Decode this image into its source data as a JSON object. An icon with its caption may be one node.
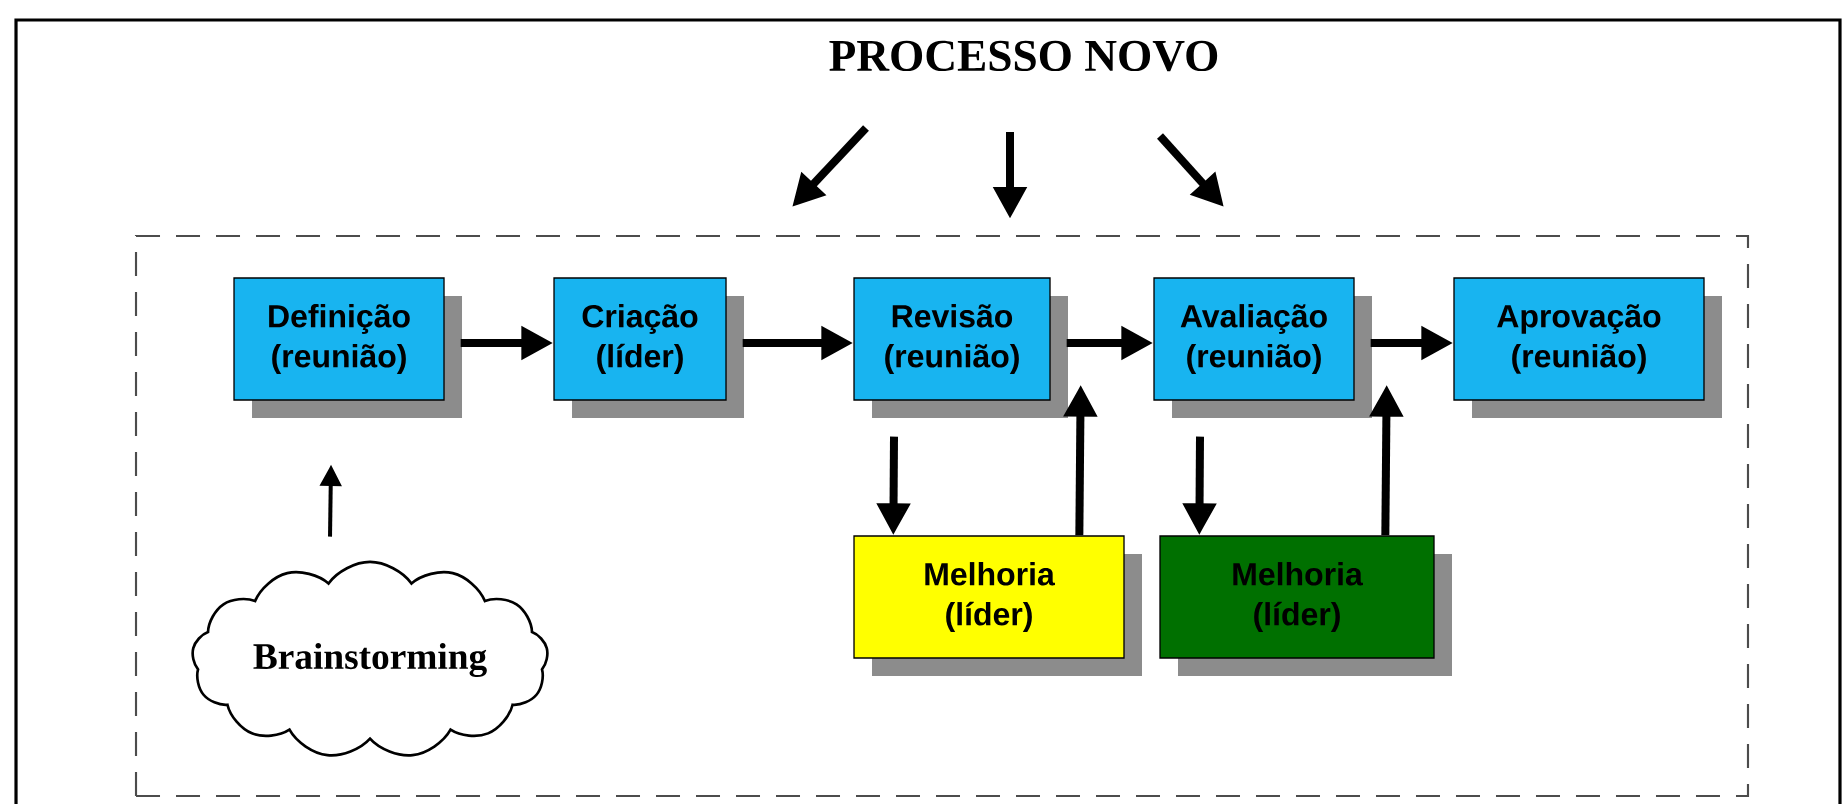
{
  "diagram": {
    "nodes": [
      {
        "text": [
          "PROCESSO NOVO"
        ]
      },
      {
        "text": [],
        "shape": "box"
      },
      {
        "text": [
          "Definição (reunião)"
        ],
        "in": 1
      },
      {
        "text": [
          "Criação (líder)"
        ],
        "in": 1
      },
      {
        "text": [
          "Revisão (reunião)"
        ],
        "in": 1
      },
      {
        "text": [
          "Avaliação (reunião)"
        ],
        "in": 1
      },
      {
        "text": [
          "Aprovação (reunião)"
        ],
        "in": 1
      },
      {
        "text": [
          "Melhoria (líder)"
        ],
        "in": 1
      },
      {
        "text": [
          "Melhoria (líder)"
        ],
        "in": 1
      },
      {
        "text": [
          "Brainstorming"
        ],
        "in": 1
      }
    ],
    "edges": [
      {
        "from": 0,
        "to": 1,
        "arrow": "to"
      },
      {
        "from": 0,
        "to": 1,
        "arrow": "to"
      },
      {
        "from": 0,
        "to": 1,
        "arrow": "to"
      },
      {
        "from": 2,
        "to": 3,
        "arrow": "to"
      },
      {
        "from": 3,
        "to": 4,
        "arrow": "to"
      },
      {
        "from": 4,
        "to": 5,
        "arrow": "to"
      },
      {
        "from": 5,
        "to": 6,
        "arrow": "to"
      },
      {
        "from": 9,
        "to": 2,
        "arrow": "to"
      },
      {
        "from": 4,
        "to": 7,
        "arrow": "to"
      },
      {
        "from": 7,
        "to": 4,
        "arrow": "to"
      },
      {
        "from": 5,
        "to": 8,
        "arrow": "to"
      },
      {
        "from": 8,
        "to": 5,
        "arrow": "to"
      }
    ]
  }
}
